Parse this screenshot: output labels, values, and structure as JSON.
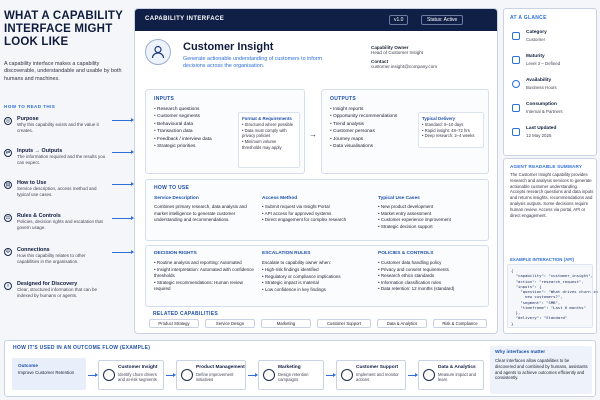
{
  "hero": {
    "title": "WHAT A CAPABILITY INTERFACE MIGHT LOOK LIKE",
    "intro": "A capability interface makes a capability discoverable, understandable and usable by both humans and machines."
  },
  "how_to_read": {
    "heading": "HOW TO READ THIS",
    "items": [
      {
        "title": "Purpose",
        "desc": "Why this capability exists and the value it creates."
      },
      {
        "title": "Inputs → Outputs",
        "desc": "The information required and the results you can expect."
      },
      {
        "title": "How to Use",
        "desc": "Service description, access method and typical use cases."
      },
      {
        "title": "Rules & Controls",
        "desc": "Policies, decision rights and escalation that govern usage."
      },
      {
        "title": "Connections",
        "desc": "How this capability relates to other capabilities in the organisation."
      },
      {
        "title": "Designed for Discovery",
        "desc": "Clear, structured information that can be indexed by humans or agents."
      }
    ]
  },
  "panel": {
    "header_title": "CAPABILITY INTERFACE",
    "version": "v1.0",
    "status": "Status: Active",
    "name": "Customer Insight",
    "description": "Generate actionable understanding of customers to inform decisions across the organisation.",
    "owner_label": "Capability Owner",
    "owner_value": "Head of Customer Insight",
    "contact_label": "Contact",
    "contact_value": "customer.insight@company.com"
  },
  "inputs": {
    "heading": "INPUTS",
    "items": [
      "Research questions",
      "Customer segments",
      "Behavioural data",
      "Transaction data",
      "Feedback / interview data",
      "Strategic priorities"
    ],
    "format_title": "Format & Requirements",
    "format_items": [
      "Structured where possible",
      "Data must comply with privacy policies",
      "Minimum volume thresholds may apply"
    ]
  },
  "outputs": {
    "heading": "OUTPUTS",
    "items": [
      "Insight reports",
      "Opportunity recommendations",
      "Trend analysis",
      "Customer personas",
      "Journey maps",
      "Data visualisations"
    ],
    "delivery_title": "Typical Delivery",
    "delivery_items": [
      "Standard: 5–10 days",
      "Rapid insight: 48–72 hrs",
      "Deep research: 2–4 weeks"
    ]
  },
  "how_to_use": {
    "heading": "HOW TO USE",
    "service_title": "Service Description",
    "service_text": "Combines primary research, data analysis and market intelligence to generate customer understanding and recommendations.",
    "access_title": "Access Method",
    "access_items": [
      "Submit request via Insight Portal",
      "API access for approved systems",
      "Direct engagement for complex research"
    ],
    "uses_title": "Typical Use Cases",
    "uses_items": [
      "New product development",
      "Market entry assessment",
      "Customer experience improvement",
      "Strategic decision support"
    ]
  },
  "rules": {
    "decision_title": "DECISION RIGHTS",
    "decision_items": [
      "Routine analysis and reporting: Automated",
      "Insight interpretation: Automated with confidence thresholds",
      "Strategic recommendations: Human review required"
    ],
    "escalation_title": "ESCALATION RULES",
    "escalation_intro": "Escalate to capability owner when:",
    "escalation_items": [
      "High-risk findings identified",
      "Regulatory or compliance implications",
      "Strategic impact is material",
      "Low confidence in key findings"
    ],
    "policies_title": "POLICIES & CONTROLS",
    "policies_items": [
      "Customer data handling policy",
      "Privacy and consent requirements",
      "Research ethics standards",
      "Information classification rules",
      "Data retention: 12 months (standard)"
    ]
  },
  "related": {
    "heading": "RELATED CAPABILITIES",
    "items": [
      "Product Strategy",
      "Service Design",
      "Marketing",
      "Customer Support",
      "Data & Analytics",
      "Risk & Compliance"
    ]
  },
  "glance": {
    "heading": "AT A GLANCE",
    "rows": [
      {
        "label": "Category",
        "value": "Customer",
        "icon": "category-icon"
      },
      {
        "label": "Maturity",
        "value": "Level 3 – Defined",
        "icon": "maturity-icon"
      },
      {
        "label": "Availability",
        "value": "Business Hours",
        "icon": "clock-icon"
      },
      {
        "label": "Consumption",
        "value": "Internal & Partners",
        "icon": "users-icon"
      },
      {
        "label": "Last Updated",
        "value": "12 May 2025",
        "icon": "calendar-icon"
      }
    ]
  },
  "agent": {
    "heading": "AGENT READABLE SUMMARY",
    "summary": "The Customer Insight capability provides research and analysis services to generate actionable customer understanding. Accepts research questions and data inputs and returns insights, recommendations and analysis outputs. Some decisions require human review. Access via portal, API or direct engagement.",
    "example_heading": "EXAMPLE INTERACTION (API)",
    "code": "{\n  \"capability\": \"customer_insight\",\n  \"action\": \"research_request\",\n  \"inputs\": {\n    \"question\": \"What drives churn in\n      new customers?\",\n    \"segment\": \"SMB\",\n    \"timeframe\": \"Last 6 months\"\n  },\n  \"delivery\": \"Standard\"\n}"
  },
  "flow": {
    "heading": "HOW IT'S USED IN AN OUTCOME FLOW (EXAMPLE)",
    "outcome_label": "Outcome",
    "outcome_value": "Improve Customer Retention",
    "steps": [
      {
        "title": "Customer Insight",
        "desc": "Identify churn drivers and at-risk segments",
        "icon": "insight-icon"
      },
      {
        "title": "Product Management",
        "desc": "Define improvement initiatives",
        "icon": "product-icon"
      },
      {
        "title": "Marketing",
        "desc": "Design retention campaigns",
        "icon": "megaphone-icon"
      },
      {
        "title": "Customer Support",
        "desc": "Implement and monitor actions",
        "icon": "headset-icon"
      },
      {
        "title": "Data & Analytics",
        "desc": "Measure impact and learn",
        "icon": "bar-chart-icon"
      }
    ],
    "why_title": "Why interfaces matter",
    "why_text": "Clear interfaces allow capabilities to be discovered and combined by humans, assistants and agents to achieve outcomes efficiently and consistently."
  }
}
